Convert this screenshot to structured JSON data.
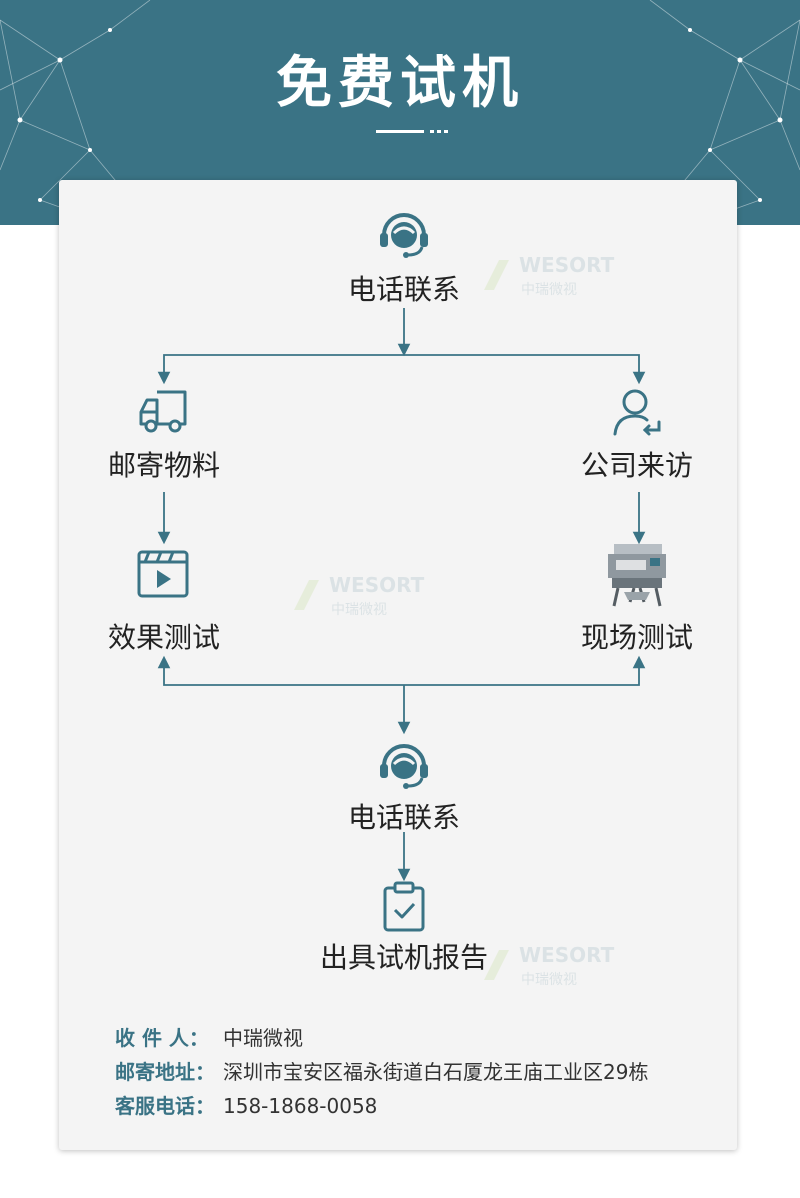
{
  "title": "免费试机",
  "flow": {
    "start": "电话联系",
    "left_1": "邮寄物料",
    "right_1": "公司来访",
    "left_2": "效果测试",
    "right_2": "现场测试",
    "merge": "电话联系",
    "end": "出具试机报告"
  },
  "info": {
    "recipient_label": "收 件 人：",
    "recipient_value": "中瑞微视",
    "address_label": "邮寄地址：",
    "address_value": "深圳市宝安区福永街道白石厦龙王庙工业区29栋",
    "phone_label": "客服电话：",
    "phone_value": "158-1868-0058"
  },
  "watermark": {
    "brand": "WESORT",
    "brand_cn": "中瑞微视"
  },
  "colors": {
    "banner": "#3a7385",
    "accent": "#3a7385",
    "card": "#f4f4f4"
  }
}
